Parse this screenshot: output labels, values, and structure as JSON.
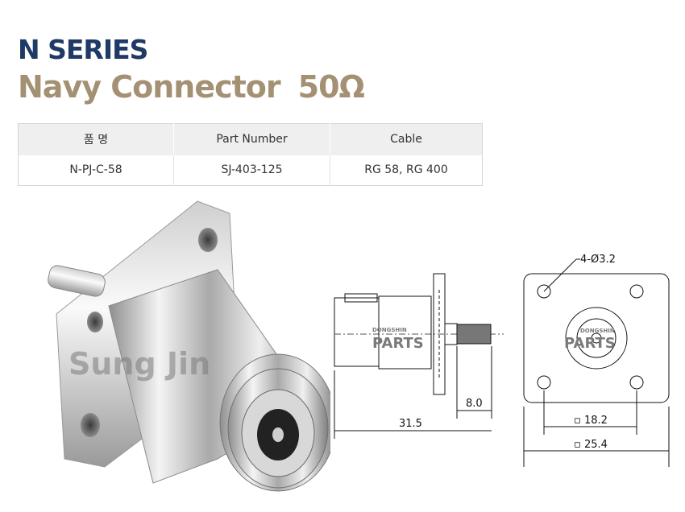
{
  "header": {
    "series": "N SERIES",
    "product": "Navy Connector",
    "impedance": "50Ω"
  },
  "spec_table": {
    "headers": [
      "품 명",
      "Part Number",
      "Cable"
    ],
    "row": [
      "N-PJ-C-58",
      "SJ-403-125",
      "RG 58, RG 400"
    ]
  },
  "photo": {
    "watermark": "Sung Jin"
  },
  "drawings": {
    "side_view": {
      "dim_total": "31.5",
      "dim_pin": "8.0",
      "logo_brand": "DONGSHIN",
      "logo_text": "PARTS"
    },
    "front_view": {
      "hole_label": "4-Ø3.2",
      "dim_inner": "▫ 18.2",
      "dim_outer": "▫ 25.4",
      "logo_brand": "DONGSHIN",
      "logo_text": "PARTS"
    }
  },
  "colors": {
    "series": "#1f3a66",
    "product": "#a49073",
    "table_header_bg": "#efefef"
  }
}
